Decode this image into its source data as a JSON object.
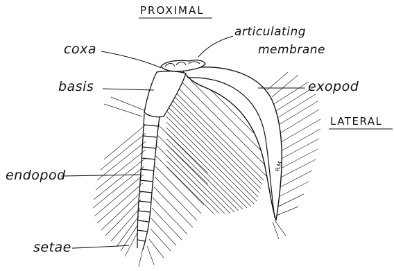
{
  "orientation": {
    "top": "PROXIMAL",
    "right": "LATERAL"
  },
  "labels": {
    "coxa": "coxa",
    "articulating_membrane_line1": "articulating",
    "articulating_membrane_line2": "membrane",
    "basis": "basis",
    "exopod": "exopod",
    "endopod": "endopod",
    "setae": "setae"
  },
  "signature": "R.M."
}
